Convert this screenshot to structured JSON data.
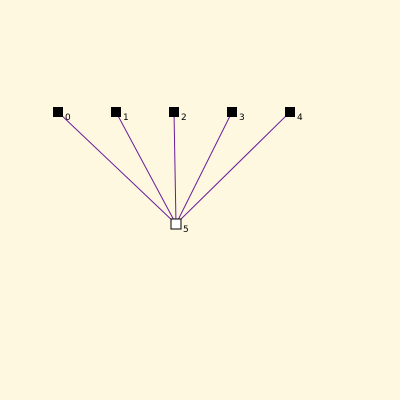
{
  "colors": {
    "background": "#fef8e1",
    "edge": "#6a1b9a",
    "filled_node": "#000000",
    "hollow_node_fill": "#ffffff",
    "hollow_node_stroke": "#000000"
  },
  "graph": {
    "nodes": [
      {
        "id": "0",
        "label": "0",
        "style": "filled"
      },
      {
        "id": "1",
        "label": "1",
        "style": "filled"
      },
      {
        "id": "2",
        "label": "2",
        "style": "filled"
      },
      {
        "id": "3",
        "label": "3",
        "style": "filled"
      },
      {
        "id": "4",
        "label": "4",
        "style": "filled"
      },
      {
        "id": "5",
        "label": "5",
        "style": "hollow"
      }
    ],
    "edges": [
      {
        "from": "0",
        "to": "5"
      },
      {
        "from": "1",
        "to": "5"
      },
      {
        "from": "2",
        "to": "5"
      },
      {
        "from": "3",
        "to": "5"
      },
      {
        "from": "4",
        "to": "5"
      }
    ]
  }
}
